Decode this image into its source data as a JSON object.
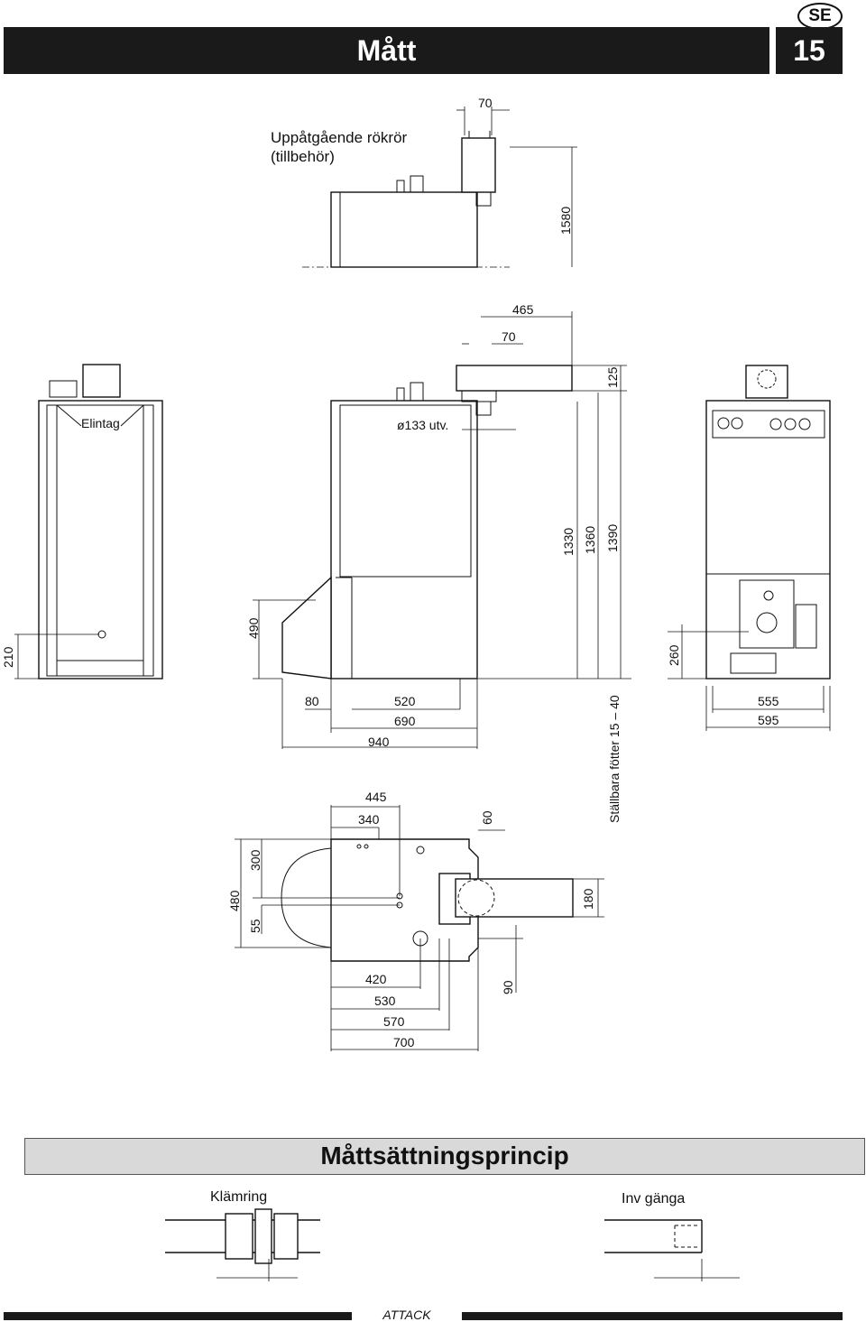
{
  "header": {
    "title": "Mått",
    "page_number": "15",
    "language": "SE"
  },
  "top_view": {
    "caption_line1": "Uppåtgående rökrör",
    "caption_line2": "(tillbehör)",
    "dim_width": "70",
    "dim_height": "1580"
  },
  "front_view": {
    "label_elintag": "Elintag",
    "dim_210": "210",
    "dim_490": "490"
  },
  "side_view": {
    "label_outlet": "ø133 utv.",
    "dim_465": "465",
    "dim_70": "70",
    "dim_125": "125",
    "dim_1330": "1330",
    "dim_1360": "1360",
    "dim_1390": "1390",
    "dim_80": "80",
    "dim_520": "520",
    "dim_690": "690",
    "dim_940": "940",
    "feet_label": "Ställbara fötter 15 – 40"
  },
  "rear_view": {
    "dim_260": "260",
    "dim_555": "555",
    "dim_595": "595"
  },
  "plan_view": {
    "dim_445": "445",
    "dim_340": "340",
    "dim_60": "60",
    "dim_300": "300",
    "dim_480": "480",
    "dim_55": "55",
    "dim_180": "180",
    "dim_420": "420",
    "dim_530": "530",
    "dim_570": "570",
    "dim_700": "700",
    "dim_90": "90"
  },
  "principle": {
    "title": "Måttsättningsprincip",
    "label_klamring": "Klämring",
    "label_inv_ganga": "Inv gänga"
  },
  "footer": {
    "brand": "ATTACK"
  }
}
